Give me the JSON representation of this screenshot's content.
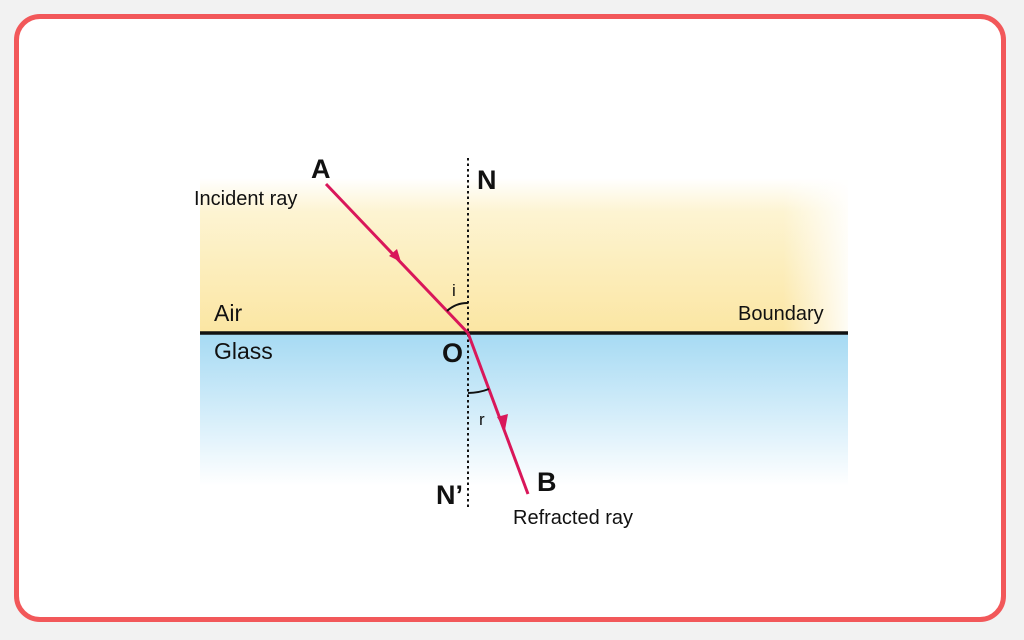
{
  "diagram": {
    "labels": {
      "point_a": "A",
      "point_n": "N",
      "point_o": "O",
      "point_n_prime": "N’",
      "point_b": "B",
      "incident_ray": "Incident ray",
      "refracted_ray": "Refracted ray",
      "medium_top": "Air",
      "medium_bottom": "Glass",
      "boundary": "Boundary",
      "angle_incidence": "i",
      "angle_refraction": "r"
    },
    "colors": {
      "frame_border": "#f2585a",
      "air": "#fbe7a6",
      "glass": "#a9dbf3",
      "ray": "#d9175a",
      "line": "#111111"
    }
  }
}
